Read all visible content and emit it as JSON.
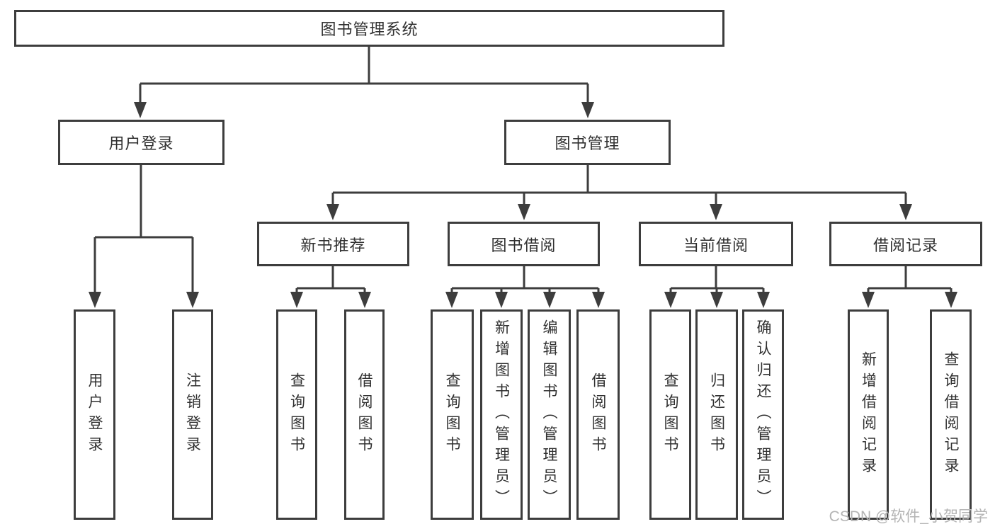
{
  "diagram": {
    "root": {
      "label": "图书管理系统",
      "children": [
        {
          "label": "用户登录",
          "children": [
            {
              "label": "用户登录"
            },
            {
              "label": "注销登录"
            }
          ]
        },
        {
          "label": "图书管理",
          "children": [
            {
              "label": "新书推荐",
              "children": [
                {
                  "label": "查询图书"
                },
                {
                  "label": "借阅图书"
                }
              ]
            },
            {
              "label": "图书借阅",
              "children": [
                {
                  "label": "查询图书"
                },
                {
                  "label": "新增图书（管理员）"
                },
                {
                  "label": "编辑图书（管理员）"
                },
                {
                  "label": "借阅图书"
                }
              ]
            },
            {
              "label": "当前借阅",
              "children": [
                {
                  "label": "查询图书"
                },
                {
                  "label": "归还图书"
                },
                {
                  "label": "确认归还（管理员）"
                }
              ]
            },
            {
              "label": "借阅记录",
              "children": [
                {
                  "label": "新增借阅记录"
                },
                {
                  "label": "查询借阅记录"
                }
              ]
            }
          ]
        }
      ]
    }
  },
  "watermark": {
    "text": "CSDN @软件_小贺同学"
  },
  "colors": {
    "line": "#3d3d3d",
    "text": "#303030",
    "watermark": "#b4b4b4",
    "background": "#ffffff"
  }
}
